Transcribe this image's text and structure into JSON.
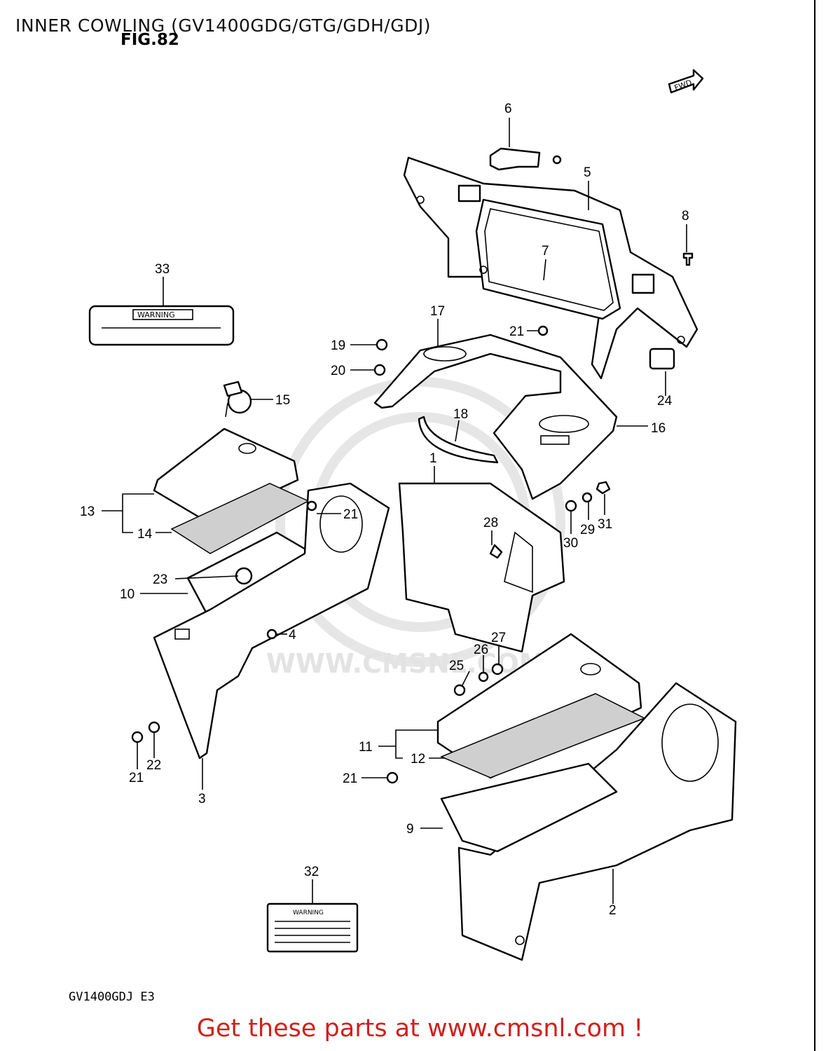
{
  "header": {
    "title": "INNER COWLING (GV1400GDG/GTG/GDH/GDJ)",
    "figure_label": "FIG.82"
  },
  "footer": {
    "model_code": "GV1400GDJ E3",
    "call_to_action": "Get these parts at www.cmsnl.com !"
  },
  "watermark": {
    "text": "WWW.CMSNL.COM"
  },
  "badges": {
    "fwd": "FWD",
    "warning_33": "WARNING",
    "warning_32": "WARNING"
  },
  "callouts": [
    "1",
    "2",
    "3",
    "4",
    "5",
    "6",
    "7",
    "8",
    "9",
    "10",
    "11",
    "12",
    "13",
    "14",
    "15",
    "16",
    "17",
    "18",
    "19",
    "20",
    "21",
    "22",
    "23",
    "24",
    "25",
    "26",
    "27",
    "28",
    "29",
    "30",
    "31",
    "32",
    "33"
  ],
  "repeat_callouts": {
    "c21": "21"
  },
  "colors": {
    "cta": "#d0201c",
    "ink": "#000000",
    "watermark": "#e3e3e3"
  }
}
